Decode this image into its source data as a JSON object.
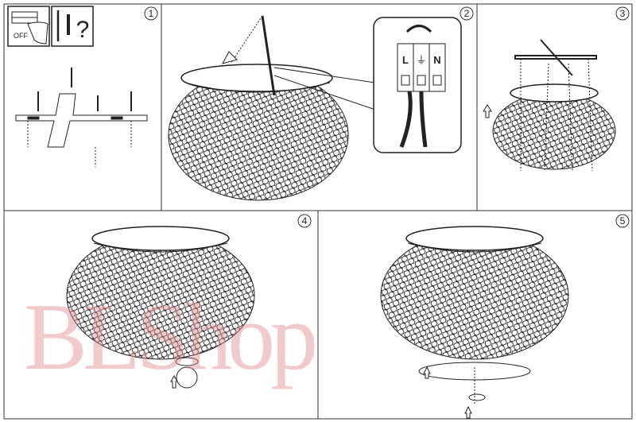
{
  "steps": [
    {
      "number": "1"
    },
    {
      "number": "2"
    },
    {
      "number": "3"
    },
    {
      "number": "4"
    },
    {
      "number": "5"
    }
  ],
  "step1": {
    "switch_label": "OFF",
    "question_mark": "?"
  },
  "step2": {
    "terminal_live": "L",
    "terminal_neutral": "N"
  },
  "watermark": "BLShop",
  "colors": {
    "line": "#222222",
    "watermark": "#e18c8c"
  }
}
